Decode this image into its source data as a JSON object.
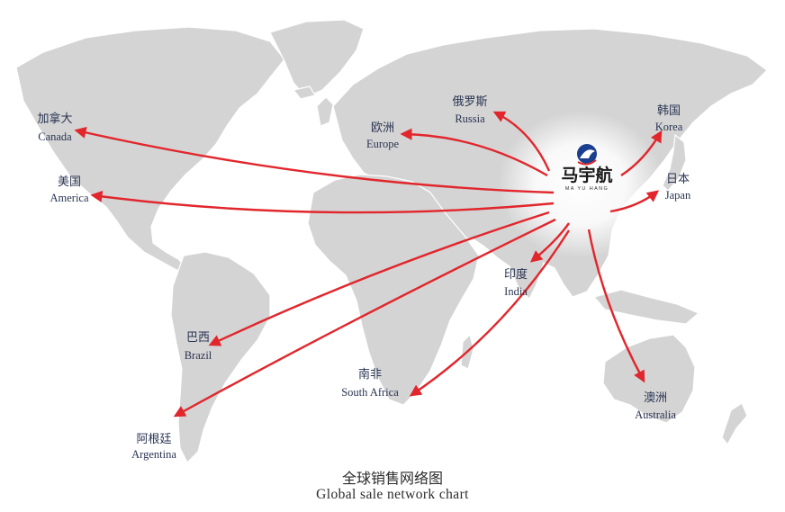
{
  "hub": {
    "brand_cn": "马宇航",
    "brand_en": "MA YU HANG",
    "colors": {
      "logo_blue": "#1b3f8f",
      "logo_red": "#e1262c"
    }
  },
  "destinations": [
    {
      "id": "canada",
      "cn": "加拿大",
      "en": "Canada"
    },
    {
      "id": "america",
      "cn": "美国",
      "en": "America"
    },
    {
      "id": "europe",
      "cn": "欧洲",
      "en": "Europe"
    },
    {
      "id": "russia",
      "cn": "俄罗斯",
      "en": "Russia"
    },
    {
      "id": "korea",
      "cn": "韩国",
      "en": "Korea"
    },
    {
      "id": "japan",
      "cn": "日本",
      "en": "Japan"
    },
    {
      "id": "india",
      "cn": "印度",
      "en": "India"
    },
    {
      "id": "brazil",
      "cn": "巴西",
      "en": "Brazil"
    },
    {
      "id": "south-africa",
      "cn": "南非",
      "en": "South Africa"
    },
    {
      "id": "argentina",
      "cn": "阿根廷",
      "en": "Argentina"
    },
    {
      "id": "australia",
      "cn": "澳洲",
      "en": "Australia"
    }
  ],
  "caption": {
    "cn": "全球销售网络图",
    "en": "Global sale network chart"
  },
  "colors": {
    "land": "#d4d4d4",
    "route": "#e1262c",
    "label": "#2a3552"
  }
}
